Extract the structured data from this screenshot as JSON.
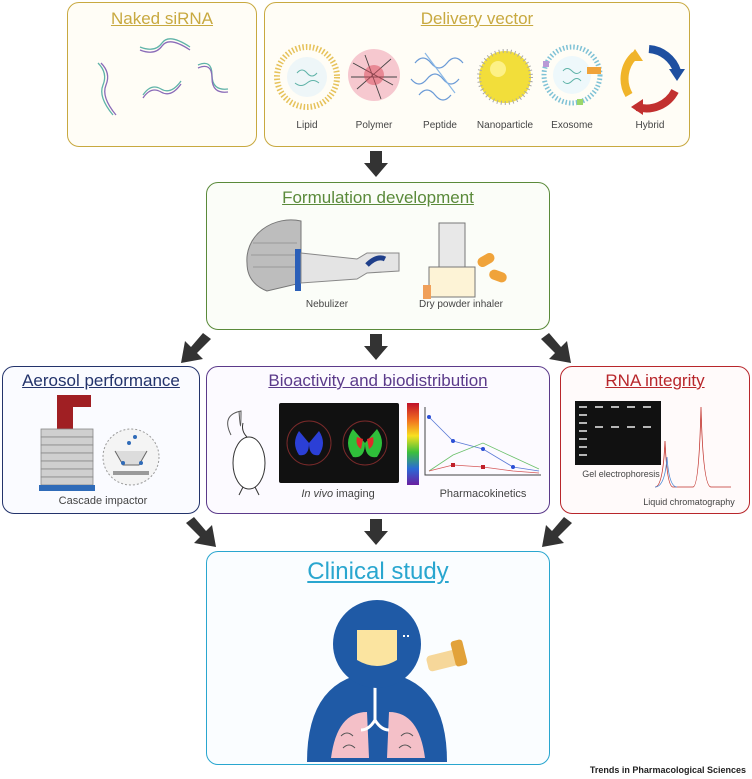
{
  "naked": {
    "title": "Naked siRNA"
  },
  "vector": {
    "title": "Delivery vector",
    "items": [
      "Lipid",
      "Polymer",
      "Peptide",
      "Nanoparticle",
      "Exosome",
      "Hybrid"
    ]
  },
  "formulation": {
    "title": "Formulation development",
    "nebulizer": "Nebulizer",
    "dpi": "Dry powder inhaler"
  },
  "aerosol": {
    "title": "Aerosol performance",
    "impactor": "Cascade impactor"
  },
  "bio": {
    "title": "Bioactivity and biodistribution",
    "imaging_italic": "In vivo",
    "imaging_rest": " imaging",
    "pk": "Pharmacokinetics"
  },
  "rna": {
    "title": "RNA integrity",
    "gel": "Gel electrophoresis",
    "lc": "Liquid chromatography"
  },
  "clinical": {
    "title": "Clinical study"
  },
  "footer": "Trends in Pharmacological Sciences",
  "colors": {
    "naked": "#c8a940",
    "formulation": "#5a8a3a",
    "aerosol": "#23336b",
    "bio": "#5b3a8a",
    "rna": "#b8262b",
    "clinical": "#29a6cf",
    "arrow": "#333333"
  }
}
